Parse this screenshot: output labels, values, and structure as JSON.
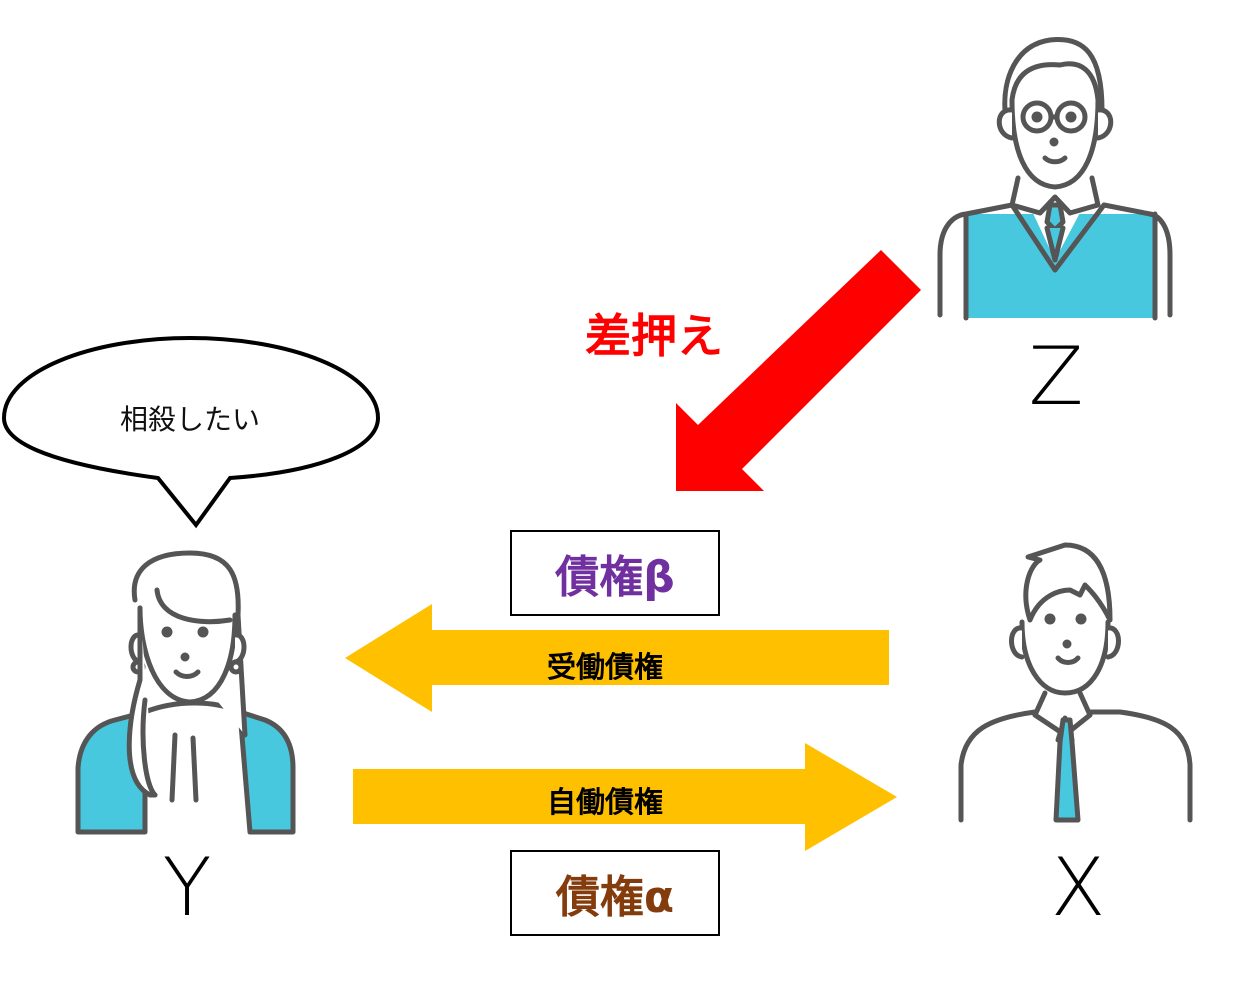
{
  "colors": {
    "shirt_accent": "#48c8df",
    "outline": "#555555",
    "yellow_arrow": "#ffc000",
    "red_arrow": "#ff0000",
    "claim_beta": "#7030a0",
    "claim_alpha": "#843c0c"
  },
  "persons": {
    "z": {
      "label": "Z"
    },
    "y": {
      "label": "Y"
    },
    "x": {
      "label": "X"
    }
  },
  "speech_bubble": {
    "text": "相殺したい"
  },
  "seizure": {
    "label": "差押え"
  },
  "claims": {
    "beta": {
      "label": "債権β"
    },
    "alpha": {
      "label": "債権α"
    }
  },
  "arrows": {
    "passive": {
      "label": "受働債権"
    },
    "active": {
      "label": "自働債権"
    }
  }
}
